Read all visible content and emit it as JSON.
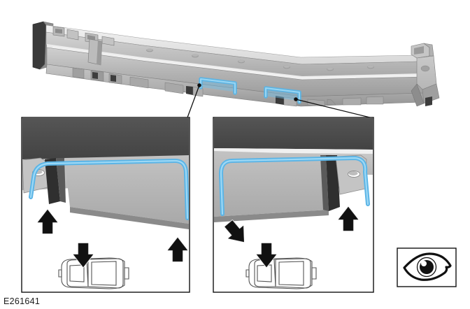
{
  "figure": {
    "reference_number": "E261641",
    "type": "automotive-service-illustration",
    "subject": "Rocker panel / body side sill reinforcement with sealant application detail",
    "background_color": "#ffffff"
  },
  "colors": {
    "sealant_blue": "#5ab4e6",
    "sealant_blue_light": "#8ed2f2",
    "metal_light": "#c9c9c9",
    "metal_mid": "#b0b0b0",
    "metal_dark": "#8f8f8f",
    "shadow_dark": "#3f3f3f",
    "band_dark": "#4d4d4d",
    "outline": "#1a1a1a",
    "arrow_fill": "#111111",
    "arrow_outline": "#ffffff"
  },
  "main_view": {
    "name": "rocker-panel-assembly",
    "description": "Isometric view of full-length stamped rocker panel reinforcement",
    "sealant_zones": [
      {
        "id": "zone-left",
        "label": ""
      },
      {
        "id": "zone-right",
        "label": ""
      }
    ],
    "leader_lines": [
      {
        "from": "zone-left",
        "to": "detail-left"
      },
      {
        "from": "zone-right",
        "to": "detail-right"
      }
    ]
  },
  "detail_left": {
    "name": "detail-view-left",
    "band_label": "",
    "arrows": [
      {
        "id": "arrow-up-left",
        "direction": "up"
      },
      {
        "id": "arrow-up-right",
        "direction": "up"
      }
    ],
    "vehicle_ref": {
      "name": "vehicle-top-view-left",
      "arrow_direction": "down",
      "arrow_target": "left-side-rocker"
    }
  },
  "detail_right": {
    "name": "detail-view-right",
    "band_label": "",
    "arrows": [
      {
        "id": "arrow-diag-left",
        "direction": "up-left"
      },
      {
        "id": "arrow-up-right",
        "direction": "up"
      }
    ],
    "vehicle_ref": {
      "name": "vehicle-top-view-right",
      "arrow_direction": "down",
      "arrow_target": "right-side-rocker"
    }
  },
  "view_indicator": {
    "name": "eye-icon",
    "meaning": "view direction"
  }
}
